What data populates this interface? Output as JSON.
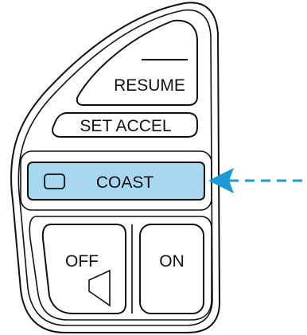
{
  "buttons": {
    "resume": {
      "label": "RESUME"
    },
    "set_accel": {
      "label": "SET ACCEL"
    },
    "coast": {
      "label": "COAST",
      "highlighted": true
    },
    "off": {
      "label": "OFF"
    },
    "on": {
      "label": "ON"
    }
  },
  "colors": {
    "highlight": "#a8d8f0",
    "arrow": "#1a9ad6",
    "stroke": "#111111"
  },
  "pointer": {
    "direction": "left",
    "target": "coast",
    "style": "dashed-arrow"
  }
}
